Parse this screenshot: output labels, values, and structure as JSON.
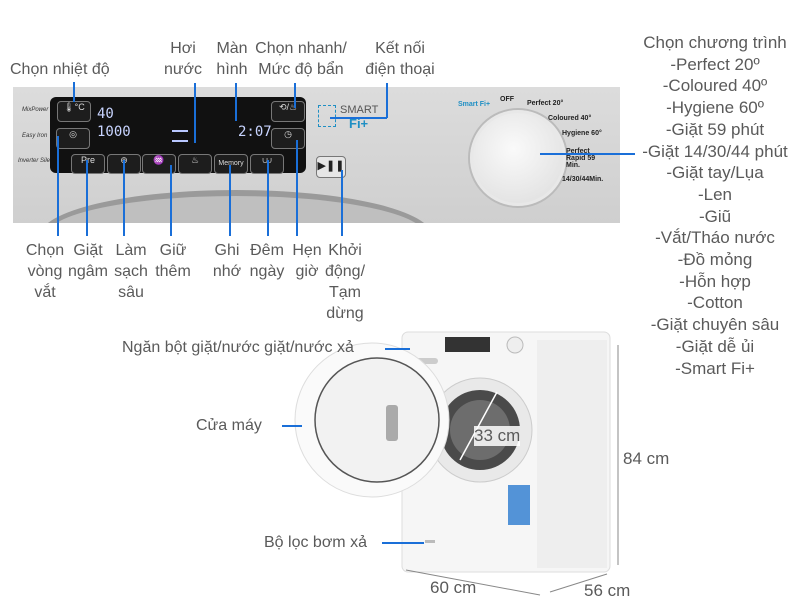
{
  "top_labels": {
    "temperature": "Chọn nhiệt độ",
    "steam": [
      "Hơi",
      "nước"
    ],
    "screen": [
      "Màn",
      "hình"
    ],
    "quick_select": [
      "Chọn nhanh/",
      "Mức độ bẩn"
    ],
    "phone_connect": [
      "Kết nối",
      "điện thoại"
    ]
  },
  "bottom_labels": {
    "spin": [
      "Chọn",
      "vòng",
      "vắt"
    ],
    "prewash": [
      "Giặt",
      "ngâm"
    ],
    "deep_clean": [
      "Làm",
      "sạch",
      "sâu"
    ],
    "extra_rinse": [
      "Giữ",
      "thêm"
    ],
    "memory": [
      "Ghi",
      "nhớ"
    ],
    "day_night": [
      "Đêm",
      "ngày"
    ],
    "timer": [
      "Hẹn",
      "giờ"
    ],
    "start_pause": [
      "Khởi",
      "động/",
      "Tạm",
      "dừng"
    ]
  },
  "panel": {
    "temp_display": "40",
    "spin_display": "1000",
    "time_display": "2:07",
    "memory_button": "Memory",
    "pre_button": "Pre",
    "side_labels": [
      "MixPower System +",
      "Easy Iron",
      "Inverter Silent +"
    ],
    "smart_text": "SMART",
    "fi_text": "Fi+",
    "dial_labels": [
      "Smart Fi+",
      "OFF",
      "Perfect 20°",
      "Coloured 40°",
      "Hygiene 60°",
      "Perfect Rapid 59 Min.",
      "14/30/44Min."
    ]
  },
  "programs": {
    "title": "Chọn chương trình",
    "items": [
      "-Perfect 20º",
      "-Coloured 40º",
      "-Hygiene 60º",
      "-Giặt 59 phút",
      "-Giặt 14/30/44 phút",
      "-Giặt tay/Lụa",
      "-Len",
      "-Giũ",
      "-Vắt/Tháo nước",
      "-Đồ mỏng",
      "-Hỗn hợp",
      "-Cotton",
      "-Giặt chuyên sâu",
      "-Giặt dễ ủi",
      "-Smart Fi+"
    ]
  },
  "machine": {
    "detergent_drawer": "Ngăn bột giặt/nước giặt/nước xả",
    "door": "Cửa máy",
    "pump_filter": "Bộ lọc bơm xả",
    "door_diameter": "33 cm",
    "height": "84 cm",
    "width": "60 cm",
    "depth": "56 cm"
  },
  "colors": {
    "callout_line": "#1a6fd8",
    "text": "#5a5a5a",
    "smart_fi": "#1f8fc4"
  }
}
